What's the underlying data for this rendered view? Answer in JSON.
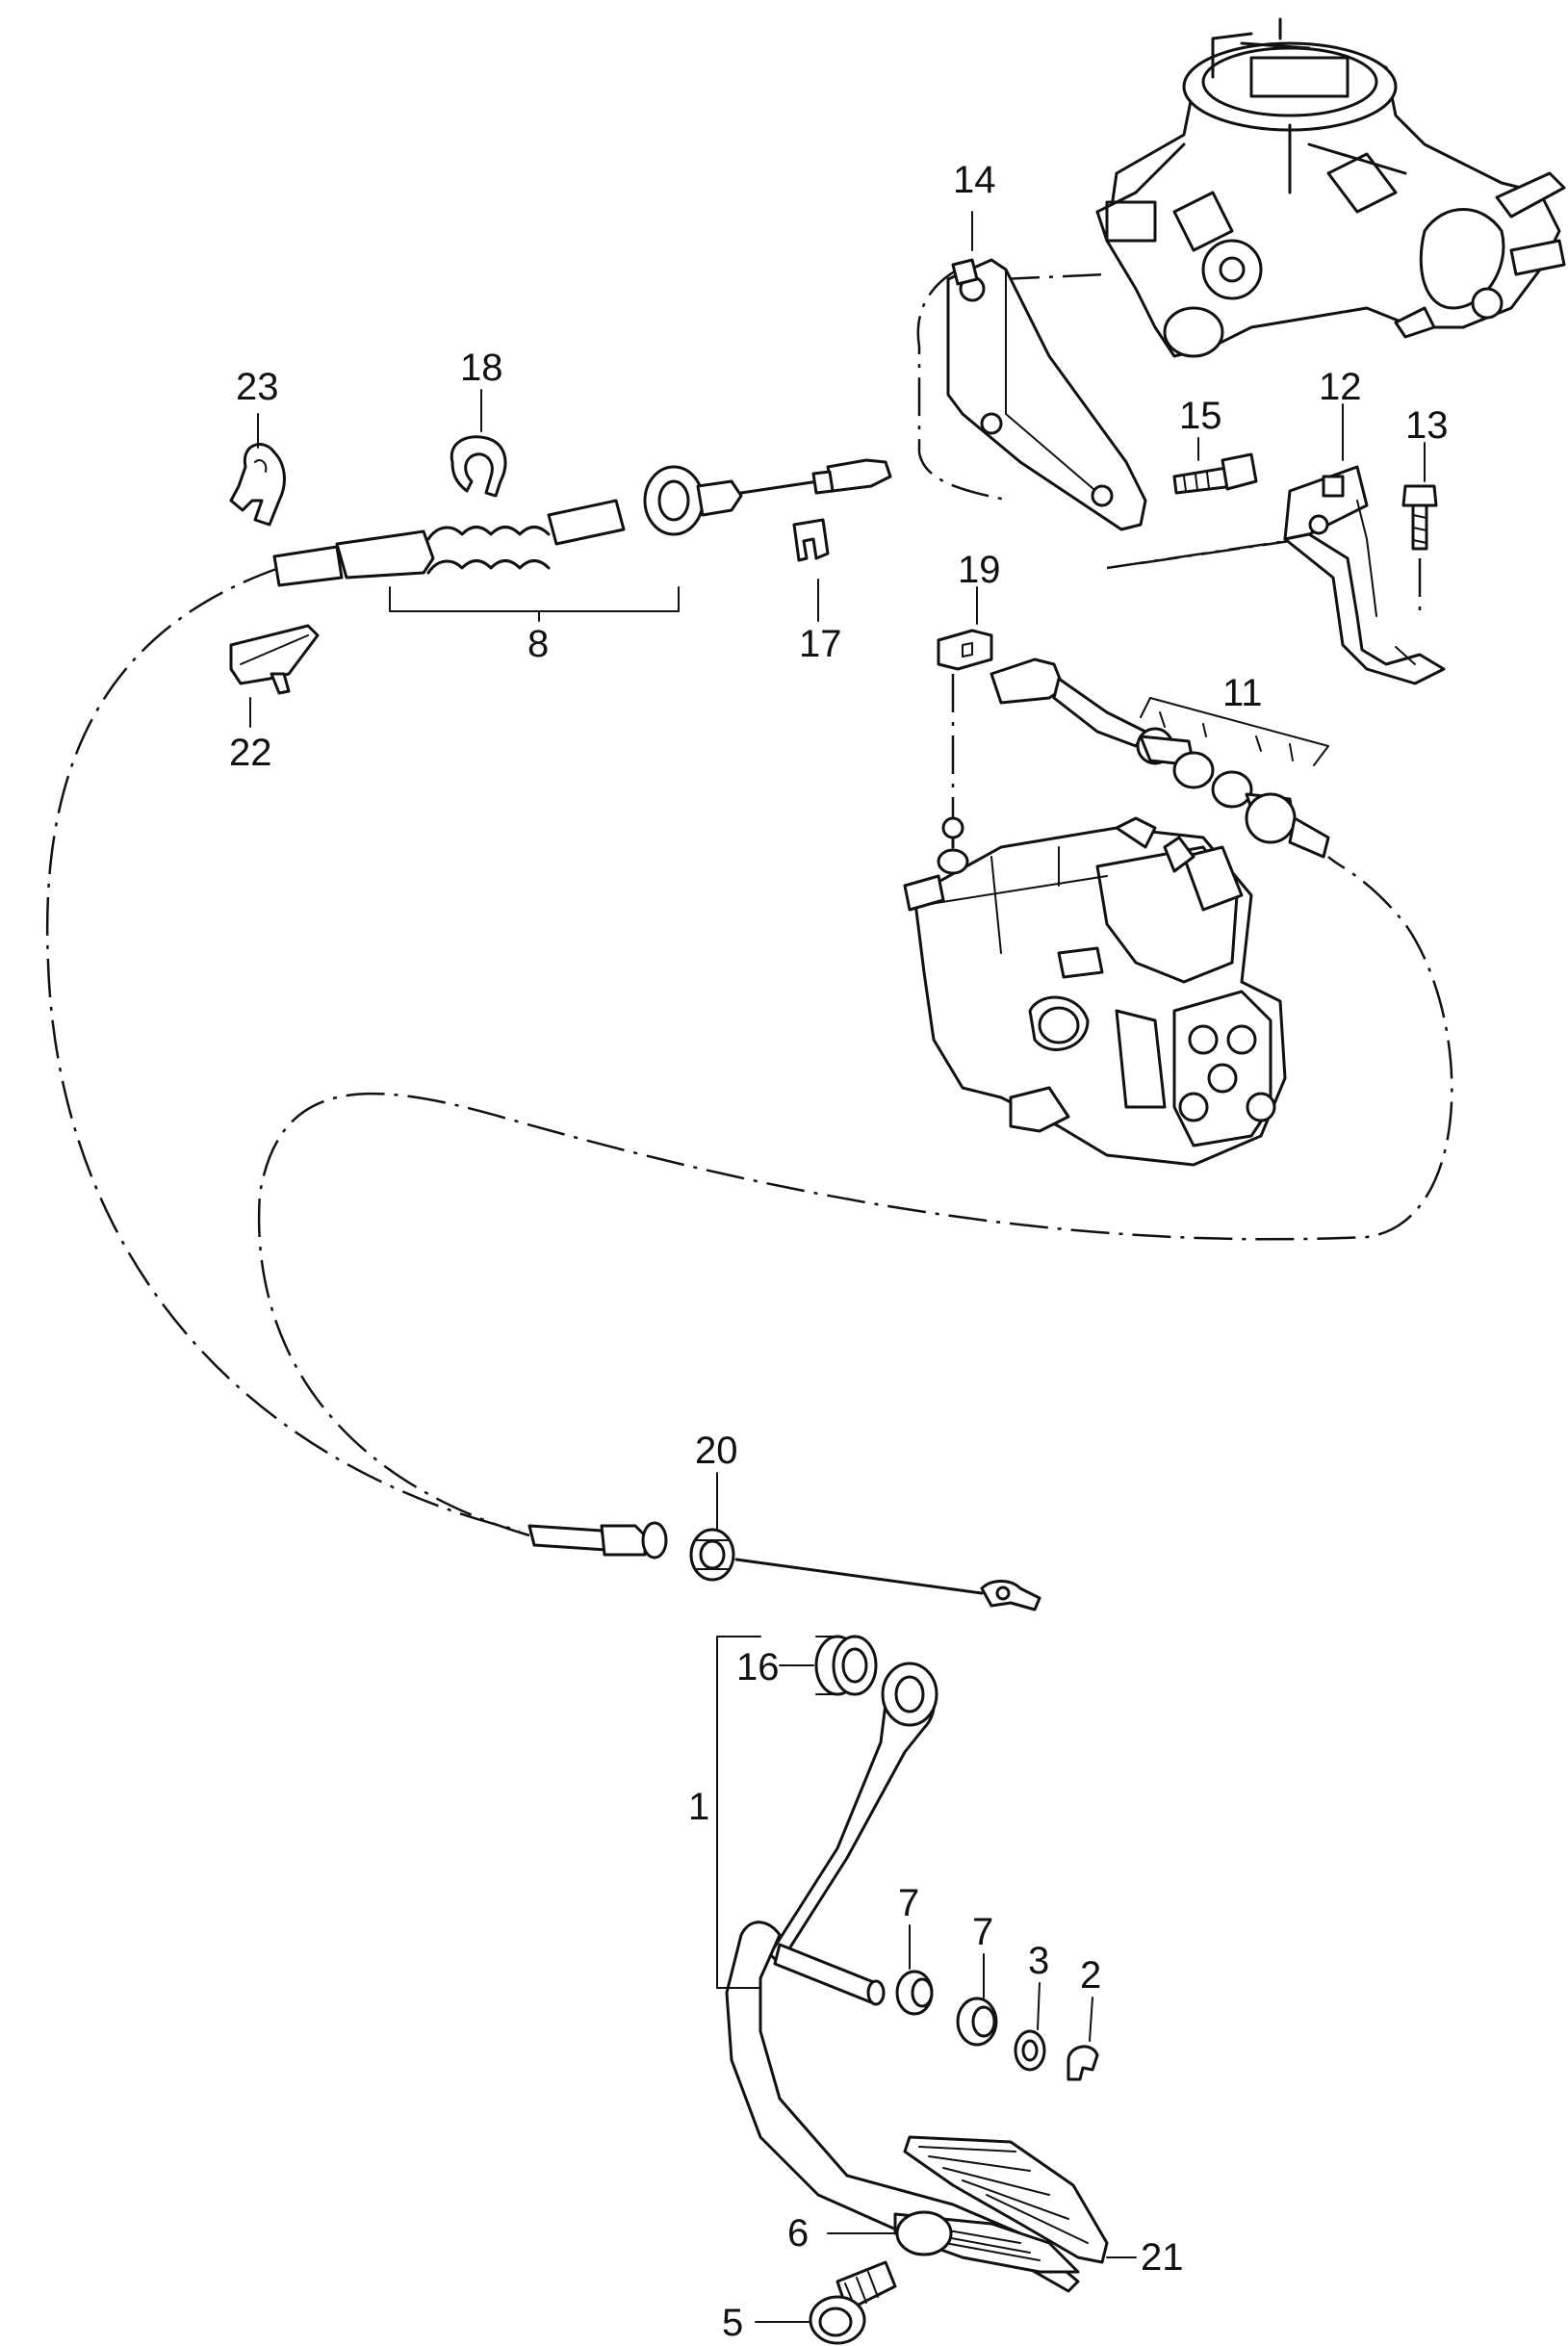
{
  "callouts": {
    "c1": "1",
    "c2": "2",
    "c3": "3",
    "c5": "5",
    "c6": "6",
    "c7a": "7",
    "c7b": "7",
    "c8": "8",
    "c11": "11",
    "c12": "12",
    "c13": "13",
    "c14": "14",
    "c15": "15",
    "c16": "16",
    "c17": "17",
    "c18": "18",
    "c19": "19",
    "c20": "20",
    "c21": "21",
    "c22": "22",
    "c23": "23"
  }
}
